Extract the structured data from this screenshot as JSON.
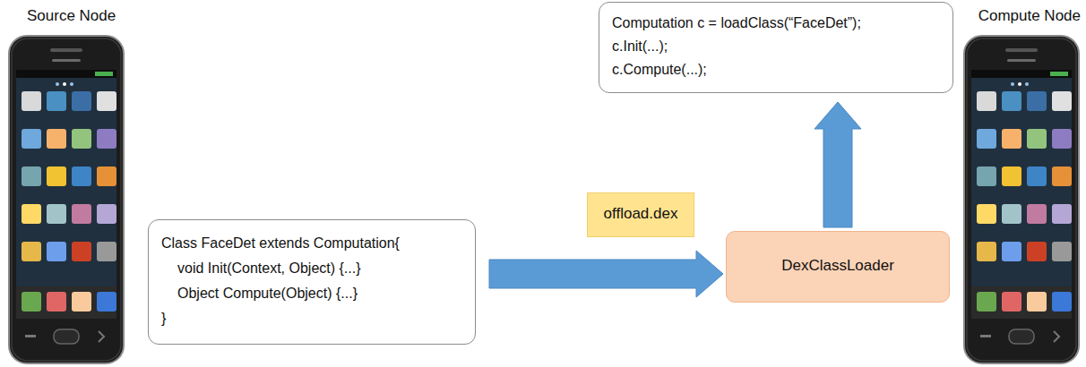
{
  "diagram": {
    "nodes": [
      {
        "text": [
          "Computation c = loadClass(“FaceDet”);",
          "c.Init(...);",
          "c.Compute(...);"
        ]
      },
      {
        "text": [
          "Class FaceDet extends Computation{",
          "void Init(Context, Object) {...}",
          "Object Compute(Object) {...}",
          "}"
        ]
      },
      {
        "text": [
          "offload.dex"
        ]
      },
      {
        "text": [
          "DexClassLoader"
        ]
      }
    ],
    "edges": [
      {
        "from": 1,
        "to": 3,
        "arrow": "to"
      },
      {
        "from": 3,
        "to": 0,
        "arrow": "to"
      }
    ],
    "labels": [
      "Source Node",
      "Compute Node"
    ]
  }
}
